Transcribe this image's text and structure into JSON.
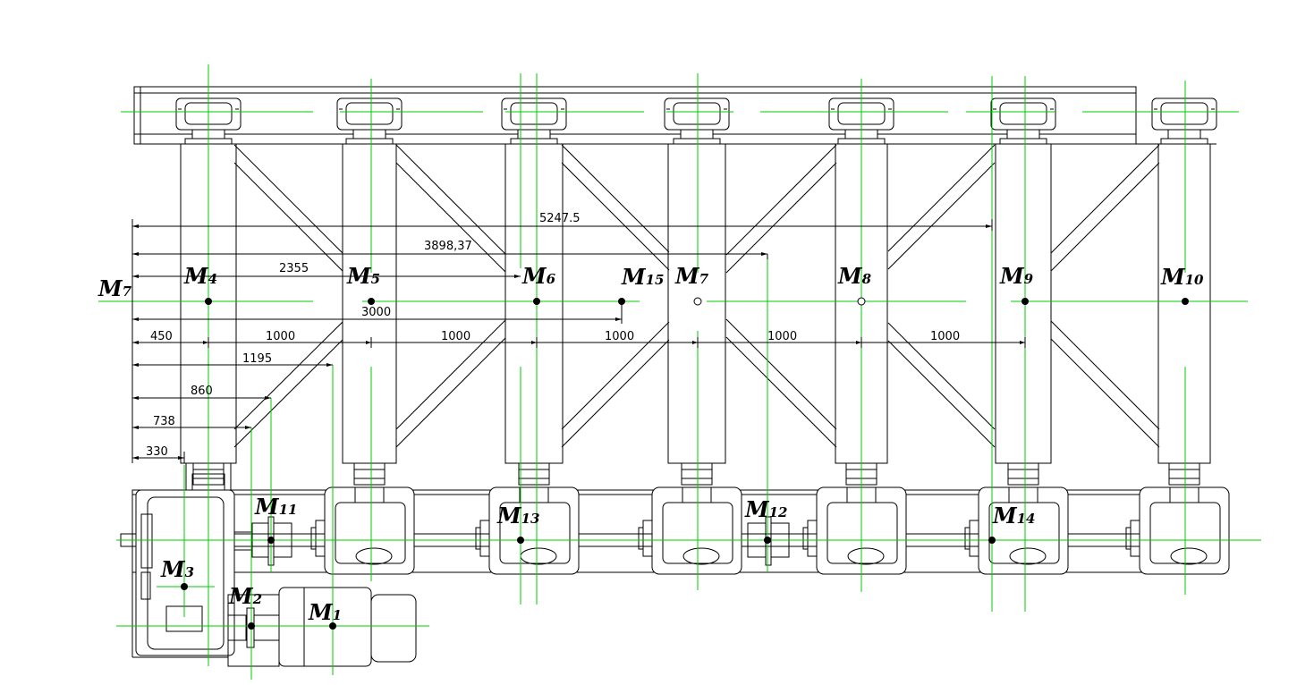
{
  "colors": {
    "line": "#000000",
    "centerline": "#00cc00",
    "background": "#ffffff"
  },
  "labels": [
    {
      "id": "M7-left",
      "base": "M",
      "sub": "7"
    },
    {
      "id": "M4",
      "base": "M",
      "sub": "4"
    },
    {
      "id": "M5",
      "base": "M",
      "sub": "5"
    },
    {
      "id": "M6",
      "base": "M",
      "sub": "6"
    },
    {
      "id": "M15",
      "base": "M",
      "sub": "15"
    },
    {
      "id": "M7",
      "base": "M",
      "sub": "7"
    },
    {
      "id": "M8",
      "base": "M",
      "sub": "8"
    },
    {
      "id": "M9",
      "base": "M",
      "sub": "9"
    },
    {
      "id": "M10",
      "base": "M",
      "sub": "10"
    },
    {
      "id": "M11",
      "base": "M",
      "sub": "11"
    },
    {
      "id": "M12",
      "base": "M",
      "sub": "12"
    },
    {
      "id": "M13",
      "base": "M",
      "sub": "13"
    },
    {
      "id": "M14",
      "base": "M",
      "sub": "14"
    },
    {
      "id": "M3",
      "base": "M",
      "sub": "3"
    },
    {
      "id": "M2",
      "base": "M",
      "sub": "2"
    },
    {
      "id": "M1",
      "base": "M",
      "sub": "1"
    }
  ],
  "dimensions": {
    "d5247": "5247.5",
    "d3898": "3898,37",
    "d2355": "2355",
    "d3000": "3000",
    "d450": "450",
    "d1000a": "1000",
    "d1000b": "1000",
    "d1000c": "1000",
    "d1000d": "1000",
    "d1000e": "1000",
    "d1195": "1195",
    "d860": "860",
    "d738": "738",
    "d330": "330"
  }
}
